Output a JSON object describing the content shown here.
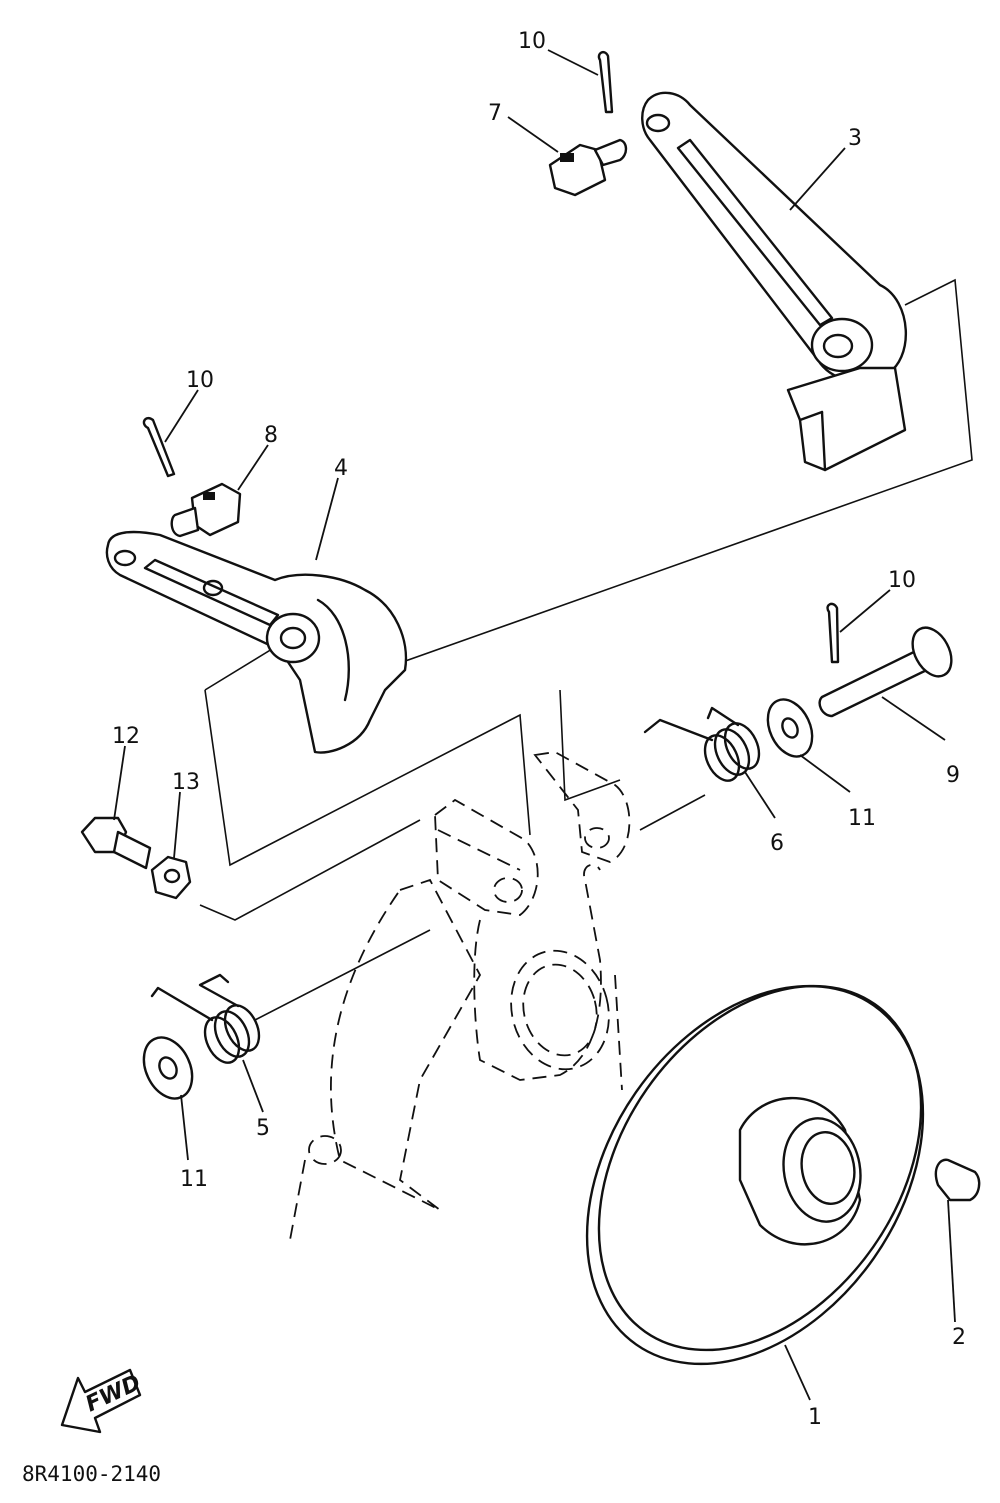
{
  "document_code": "8R4100-2140",
  "fwd_label": "FWD",
  "callouts": {
    "c1": "1",
    "c2": "2",
    "c3": "3",
    "c4": "4",
    "c5": "5",
    "c6": "6",
    "c7": "7",
    "c8": "8",
    "c9": "9",
    "c10a": "10",
    "c10b": "10",
    "c10c": "10",
    "c11a": "11",
    "c11b": "11",
    "c12": "12",
    "c13": "13"
  }
}
